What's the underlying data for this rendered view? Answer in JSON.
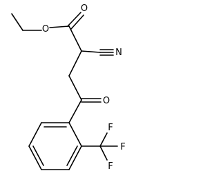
{
  "structure": {
    "atoms": {
      "ester_carbonyl_o": "O",
      "ester_ether_o": "O",
      "nitrile_n": "N",
      "ketone_o": "O",
      "fluorine_1": "F",
      "fluorine_2": "F",
      "fluorine_3": "F"
    },
    "colors": {
      "bond": "#000000",
      "label": "#000000",
      "background": "#ffffff"
    }
  }
}
